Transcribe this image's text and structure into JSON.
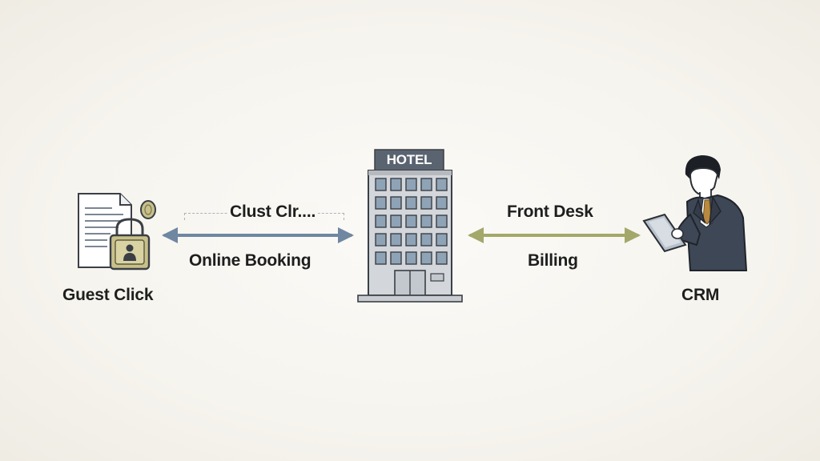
{
  "nodes": {
    "guest": {
      "label": "Guest Click",
      "icon": "document-lock-icon"
    },
    "hotel": {
      "sign": "HOTEL",
      "icon": "hotel-building-icon"
    },
    "crm": {
      "label": "CRM",
      "icon": "businessman-tablet-icon"
    }
  },
  "edges": {
    "left": {
      "top_label": "Clust Clr....",
      "bottom_label": "Online Booking",
      "color": "#6f87a0",
      "direction": "bidirectional"
    },
    "right": {
      "top_label": "Front Desk",
      "bottom_label": "Billing",
      "color": "#a3a86a",
      "direction": "bidirectional"
    }
  },
  "colors": {
    "background": "#f6f4ee",
    "text": "#1e1e1e",
    "building": "#c9ccd0",
    "window": "#8fa3b6",
    "lock": "#c8c08a"
  }
}
